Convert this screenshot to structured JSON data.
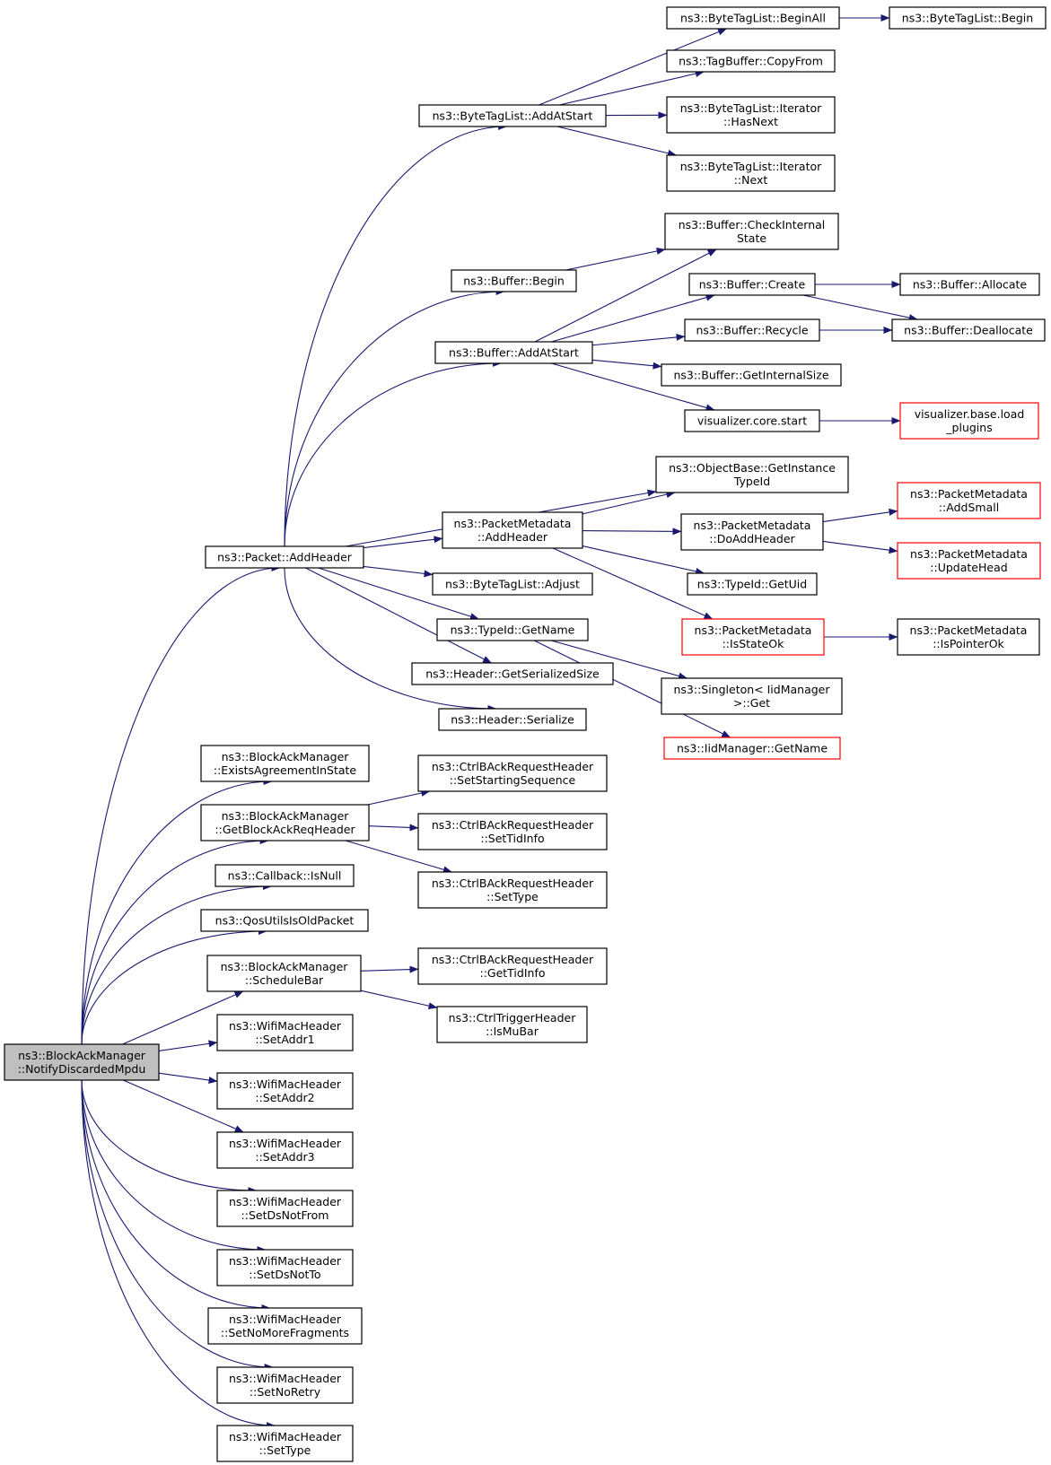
{
  "colors": {
    "edge": "#191970",
    "normal_border": "#000000",
    "truncated_border": "#ff0000",
    "root_fill": "#bfbfbf",
    "node_fill": "#ffffff"
  },
  "nodes": {
    "root": {
      "lines": [
        "ns3::BlockAckManager",
        "::NotifyDiscardedMpdu"
      ],
      "root": true
    },
    "packet_addheader": {
      "lines": [
        "ns3::Packet::AddHeader"
      ]
    },
    "bytetaglist_addatstart": {
      "lines": [
        "ns3::ByteTagList::AddAtStart"
      ]
    },
    "bytetaglist_beginall": {
      "lines": [
        "ns3::ByteTagList::BeginAll"
      ]
    },
    "bytetaglist_begin": {
      "lines": [
        "ns3::ByteTagList::Begin"
      ]
    },
    "tagbuffer_copyfrom": {
      "lines": [
        "ns3::TagBuffer::CopyFrom"
      ]
    },
    "iterator_hasnext": {
      "lines": [
        "ns3::ByteTagList::Iterator",
        "::HasNext"
      ]
    },
    "iterator_next": {
      "lines": [
        "ns3::ByteTagList::Iterator",
        "::Next"
      ]
    },
    "buffer_begin": {
      "lines": [
        "ns3::Buffer::Begin"
      ]
    },
    "buffer_checkinternalstate": {
      "lines": [
        "ns3::Buffer::CheckInternal",
        "State"
      ]
    },
    "buffer_addatstart": {
      "lines": [
        "ns3::Buffer::AddAtStart"
      ]
    },
    "buffer_create": {
      "lines": [
        "ns3::Buffer::Create"
      ]
    },
    "buffer_allocate": {
      "lines": [
        "ns3::Buffer::Allocate"
      ]
    },
    "buffer_recycle": {
      "lines": [
        "ns3::Buffer::Recycle"
      ]
    },
    "buffer_deallocate": {
      "lines": [
        "ns3::Buffer::Deallocate"
      ]
    },
    "buffer_getinternalsize": {
      "lines": [
        "ns3::Buffer::GetInternalSize"
      ]
    },
    "visualizer_core_start": {
      "lines": [
        "visualizer.core.start"
      ]
    },
    "visualizer_base_load_plugins": {
      "lines": [
        "visualizer.base.load",
        "_plugins"
      ],
      "truncated": true
    },
    "objectbase_getinstancetypeid": {
      "lines": [
        "ns3::ObjectBase::GetInstance",
        "TypeId"
      ]
    },
    "packetmetadata_addheader": {
      "lines": [
        "ns3::PacketMetadata",
        "::AddHeader"
      ]
    },
    "packetmetadata_doaddheader": {
      "lines": [
        "ns3::PacketMetadata",
        "::DoAddHeader"
      ]
    },
    "packetmetadata_addsmall": {
      "lines": [
        "ns3::PacketMetadata",
        "::AddSmall"
      ],
      "truncated": true
    },
    "packetmetadata_updatehead": {
      "lines": [
        "ns3::PacketMetadata",
        "::UpdateHead"
      ],
      "truncated": true
    },
    "bytetaglist_adjust": {
      "lines": [
        "ns3::ByteTagList::Adjust"
      ]
    },
    "typeid_getuid": {
      "lines": [
        "ns3::TypeId::GetUid"
      ]
    },
    "typeid_getname": {
      "lines": [
        "ns3::TypeId::GetName"
      ]
    },
    "packetmetadata_isstateok": {
      "lines": [
        "ns3::PacketMetadata",
        "::IsStateOk"
      ],
      "truncated": true
    },
    "packetmetadata_ispointerok": {
      "lines": [
        "ns3::PacketMetadata",
        "::IsPointerOk"
      ]
    },
    "header_getserializedsize": {
      "lines": [
        "ns3::Header::GetSerializedSize"
      ]
    },
    "singleton_get": {
      "lines": [
        "ns3::Singleton< IidManager",
        " >::Get"
      ]
    },
    "header_serialize": {
      "lines": [
        "ns3::Header::Serialize"
      ]
    },
    "iidmanager_getname": {
      "lines": [
        "ns3::IidManager::GetName"
      ],
      "truncated": true
    },
    "blockack_existsagreement": {
      "lines": [
        "ns3::BlockAckManager",
        "::ExistsAgreementInState"
      ]
    },
    "ctrlbar_setstartingsequence": {
      "lines": [
        "ns3::CtrlBAckRequestHeader",
        "::SetStartingSequence"
      ]
    },
    "blockack_getblockackreqheader": {
      "lines": [
        "ns3::BlockAckManager",
        "::GetBlockAckReqHeader"
      ]
    },
    "ctrlbar_settidinfo": {
      "lines": [
        "ns3::CtrlBAckRequestHeader",
        "::SetTidInfo"
      ]
    },
    "callback_isnull": {
      "lines": [
        "ns3::Callback::IsNull"
      ]
    },
    "ctrlbar_settype": {
      "lines": [
        "ns3::CtrlBAckRequestHeader",
        "::SetType"
      ]
    },
    "qosutils_isoldpacket": {
      "lines": [
        "ns3::QosUtilsIsOldPacket"
      ]
    },
    "blockack_schedulebar": {
      "lines": [
        "ns3::BlockAckManager",
        "::ScheduleBar"
      ]
    },
    "ctrlbar_gettidinfo": {
      "lines": [
        "ns3::CtrlBAckRequestHeader",
        "::GetTidInfo"
      ]
    },
    "ctrltrigger_ismubar": {
      "lines": [
        "ns3::CtrlTriggerHeader",
        "::IsMuBar"
      ]
    },
    "wifimac_setaddr1": {
      "lines": [
        "ns3::WifiMacHeader",
        "::SetAddr1"
      ]
    },
    "wifimac_setaddr2": {
      "lines": [
        "ns3::WifiMacHeader",
        "::SetAddr2"
      ]
    },
    "wifimac_setaddr3": {
      "lines": [
        "ns3::WifiMacHeader",
        "::SetAddr3"
      ]
    },
    "wifimac_setdsnotfrom": {
      "lines": [
        "ns3::WifiMacHeader",
        "::SetDsNotFrom"
      ]
    },
    "wifimac_setdsnotto": {
      "lines": [
        "ns3::WifiMacHeader",
        "::SetDsNotTo"
      ]
    },
    "wifimac_setnomorefragments": {
      "lines": [
        "ns3::WifiMacHeader",
        "::SetNoMoreFragments"
      ]
    },
    "wifimac_setnoretry": {
      "lines": [
        "ns3::WifiMacHeader",
        "::SetNoRetry"
      ]
    },
    "wifimac_settype": {
      "lines": [
        "ns3::WifiMacHeader",
        "::SetType"
      ]
    }
  },
  "edges": [
    [
      "root",
      "packet_addheader"
    ],
    [
      "root",
      "blockack_existsagreement"
    ],
    [
      "root",
      "blockack_getblockackreqheader"
    ],
    [
      "root",
      "callback_isnull"
    ],
    [
      "root",
      "qosutils_isoldpacket"
    ],
    [
      "root",
      "blockack_schedulebar"
    ],
    [
      "root",
      "wifimac_setaddr1"
    ],
    [
      "root",
      "wifimac_setaddr2"
    ],
    [
      "root",
      "wifimac_setaddr3"
    ],
    [
      "root",
      "wifimac_setdsnotfrom"
    ],
    [
      "root",
      "wifimac_setdsnotto"
    ],
    [
      "root",
      "wifimac_setnomorefragments"
    ],
    [
      "root",
      "wifimac_setnoretry"
    ],
    [
      "root",
      "wifimac_settype"
    ],
    [
      "packet_addheader",
      "bytetaglist_addatstart"
    ],
    [
      "packet_addheader",
      "buffer_begin"
    ],
    [
      "packet_addheader",
      "buffer_addatstart"
    ],
    [
      "packet_addheader",
      "objectbase_getinstancetypeid"
    ],
    [
      "packet_addheader",
      "packetmetadata_addheader"
    ],
    [
      "packet_addheader",
      "bytetaglist_adjust"
    ],
    [
      "packet_addheader",
      "typeid_getname"
    ],
    [
      "packet_addheader",
      "header_getserializedsize"
    ],
    [
      "packet_addheader",
      "header_serialize"
    ],
    [
      "bytetaglist_addatstart",
      "bytetaglist_beginall"
    ],
    [
      "bytetaglist_addatstart",
      "tagbuffer_copyfrom"
    ],
    [
      "bytetaglist_addatstart",
      "iterator_hasnext"
    ],
    [
      "bytetaglist_addatstart",
      "iterator_next"
    ],
    [
      "bytetaglist_beginall",
      "bytetaglist_begin"
    ],
    [
      "buffer_begin",
      "buffer_checkinternalstate"
    ],
    [
      "buffer_addatstart",
      "buffer_checkinternalstate"
    ],
    [
      "buffer_addatstart",
      "buffer_create"
    ],
    [
      "buffer_addatstart",
      "buffer_recycle"
    ],
    [
      "buffer_addatstart",
      "buffer_getinternalsize"
    ],
    [
      "buffer_addatstart",
      "visualizer_core_start"
    ],
    [
      "buffer_create",
      "buffer_allocate"
    ],
    [
      "buffer_create",
      "buffer_deallocate"
    ],
    [
      "buffer_recycle",
      "buffer_deallocate"
    ],
    [
      "visualizer_core_start",
      "visualizer_base_load_plugins"
    ],
    [
      "packetmetadata_addheader",
      "objectbase_getinstancetypeid"
    ],
    [
      "packetmetadata_addheader",
      "packetmetadata_doaddheader"
    ],
    [
      "packetmetadata_addheader",
      "typeid_getuid"
    ],
    [
      "packetmetadata_addheader",
      "packetmetadata_isstateok"
    ],
    [
      "packetmetadata_doaddheader",
      "packetmetadata_addsmall"
    ],
    [
      "packetmetadata_doaddheader",
      "packetmetadata_updatehead"
    ],
    [
      "packetmetadata_isstateok",
      "packetmetadata_ispointerok"
    ],
    [
      "typeid_getname",
      "singleton_get"
    ],
    [
      "typeid_getname",
      "iidmanager_getname"
    ],
    [
      "blockack_getblockackreqheader",
      "ctrlbar_setstartingsequence"
    ],
    [
      "blockack_getblockackreqheader",
      "ctrlbar_settidinfo"
    ],
    [
      "blockack_getblockackreqheader",
      "ctrlbar_settype"
    ],
    [
      "blockack_schedulebar",
      "ctrlbar_gettidinfo"
    ],
    [
      "blockack_schedulebar",
      "ctrltrigger_ismubar"
    ]
  ]
}
